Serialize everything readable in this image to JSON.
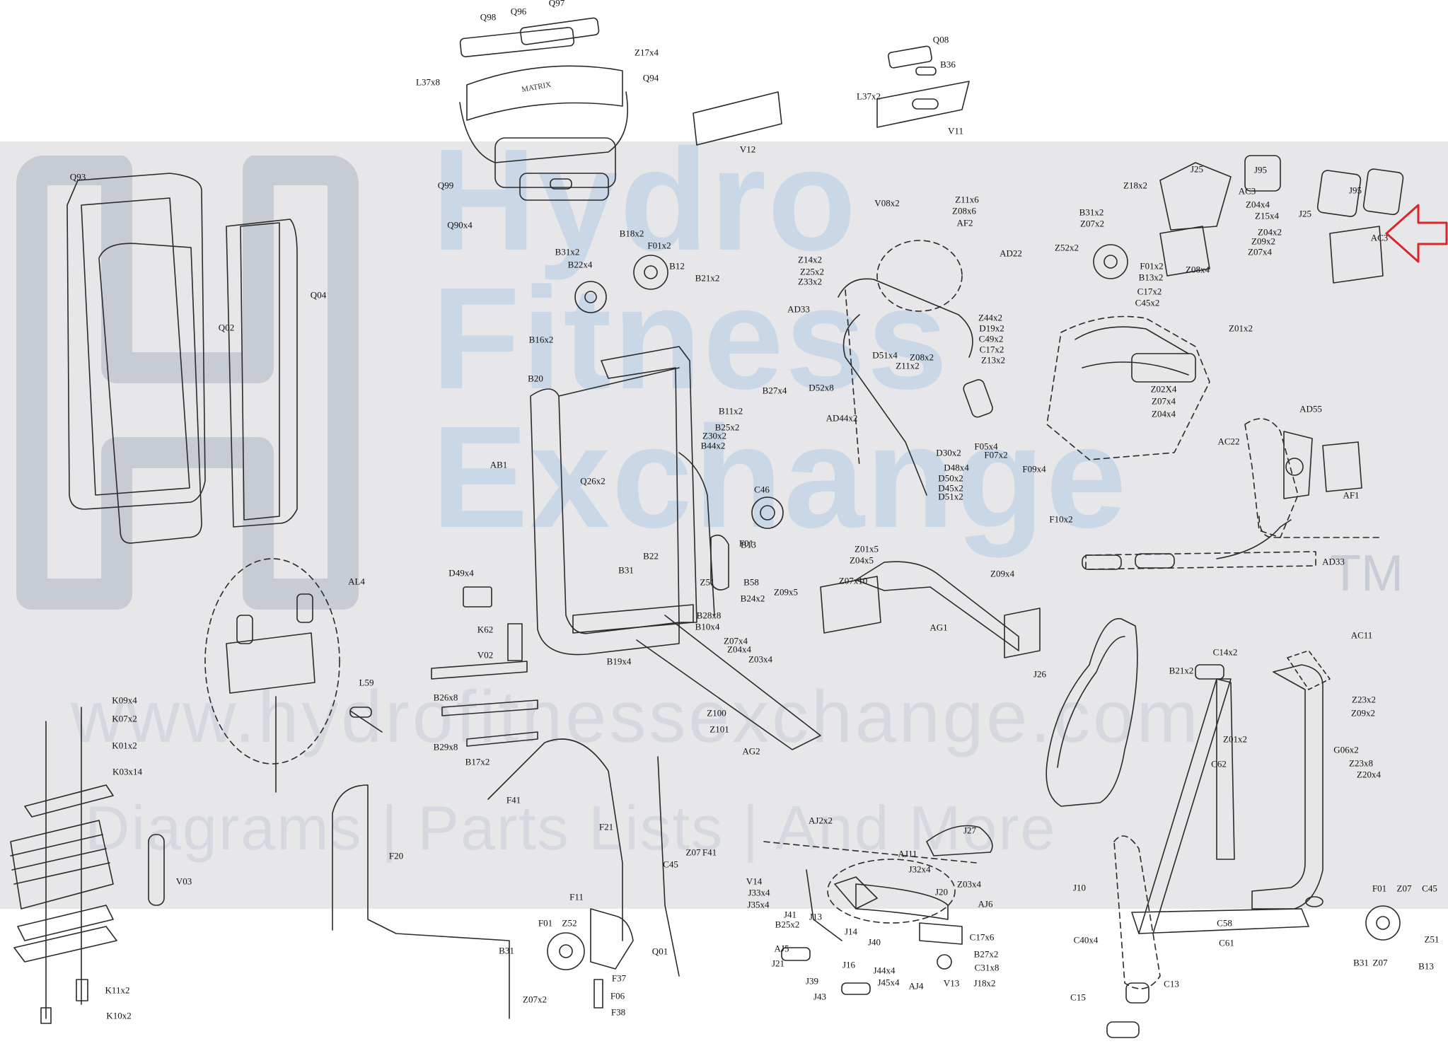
{
  "watermark": {
    "brand_lines": "Hydro\nFitness\nExchange",
    "trademark": "TM",
    "url": "www.hydrofitnessexchange.com",
    "tagline": "Diagrams | Parts Lists | And More"
  },
  "parts_panel": {
    "brand_mark": "MATRIX"
  },
  "colors": {
    "band": "#e7e7ea",
    "watermark": "#c9d7e6",
    "arrow": "#d9262a",
    "line": "#2a2a2a"
  },
  "callouts": [
    "Q98",
    "Q96",
    "Q97",
    "Z17x4",
    "L37x8",
    "Q94",
    "Q99",
    "Q90x4",
    "Q93",
    "Q02",
    "Q04",
    "Q08",
    "B36",
    "L37x2",
    "V11",
    "V12",
    "B18x2",
    "F01x2",
    "B12",
    "B31x2",
    "B22x4",
    "B21x2",
    "B16x2",
    "B20",
    "B27x4",
    "B11x2",
    "B25x2",
    "Z30x2",
    "B44x2",
    "Q26x2",
    "AB1",
    "C46",
    "B13",
    "F01",
    "B22",
    "B31",
    "Z51",
    "B58",
    "B24x2",
    "D49x4",
    "K62",
    "V02",
    "B28x8",
    "B10x4",
    "B19x4",
    "Z07x4",
    "Z04x4",
    "Z03x4",
    "B26x8",
    "B29x8",
    "B17x2",
    "Z100",
    "Z101",
    "AG2",
    "AL4",
    "L59",
    "K09x4",
    "K07x2",
    "K01x2",
    "K03x14",
    "V03",
    "K11x2",
    "K10x2",
    "F20",
    "F41",
    "F21",
    "Z07",
    "C45",
    "F41",
    "F11",
    "F01",
    "Z52",
    "Q01",
    "B31",
    "Z07x2",
    "F37",
    "F06",
    "F38",
    "V08x2",
    "Z11x6",
    "Z08x6",
    "AF2",
    "Z14x2",
    "Z25x2",
    "Z33x2",
    "AD22",
    "AD33",
    "D51x4",
    "Z08x2",
    "Z11x2",
    "Z44x2",
    "D19x2",
    "C49x2",
    "C17x2",
    "Z13x2",
    "D52x8",
    "AD44x2",
    "D30x2",
    "D48x4",
    "D50x2",
    "D45x2",
    "D51x2",
    "F05x4",
    "F07x2",
    "F09x4",
    "F10x2",
    "Z18x2",
    "J25",
    "J95",
    "AC3",
    "Z04x4",
    "Z15x4",
    "Z04x2",
    "Z09x2",
    "Z07x4",
    "Z08x4",
    "J95",
    "J25",
    "AC3",
    "B31x2",
    "Z07x2",
    "Z52x2",
    "F01x2",
    "B13x2",
    "C17x2",
    "C45x2",
    "Z01x2",
    "Z02X4",
    "Z07x4",
    "Z04x4",
    "AC22",
    "AD55",
    "AF1",
    "AD33",
    "Z01x5",
    "Z04x5",
    "Z07x10",
    "Z09x5",
    "Z09x4",
    "AG1",
    "J26",
    "C14x2",
    "B21x2",
    "AC11",
    "Z23x2",
    "Z09x2",
    "Z01x2",
    "C62",
    "G06x2",
    "Z23x8",
    "Z20x4",
    "AJ2x2",
    "J27",
    "AJ11",
    "J32x4",
    "Z03x4",
    "V14",
    "J33x4",
    "J35x4",
    "J20",
    "AJ6",
    "J41",
    "J13",
    "B25x2",
    "J14",
    "AJ5",
    "J40",
    "C17x6",
    "J21",
    "J16",
    "B27x2",
    "J39",
    "J44x4",
    "C31x8",
    "J43",
    "J45x4",
    "AJ4",
    "V13",
    "J18x2",
    "J10",
    "C40x4",
    "C58",
    "C61",
    "F01",
    "Z07",
    "C45",
    "Z51",
    "B31",
    "Z07",
    "B13",
    "C15",
    "C13"
  ]
}
